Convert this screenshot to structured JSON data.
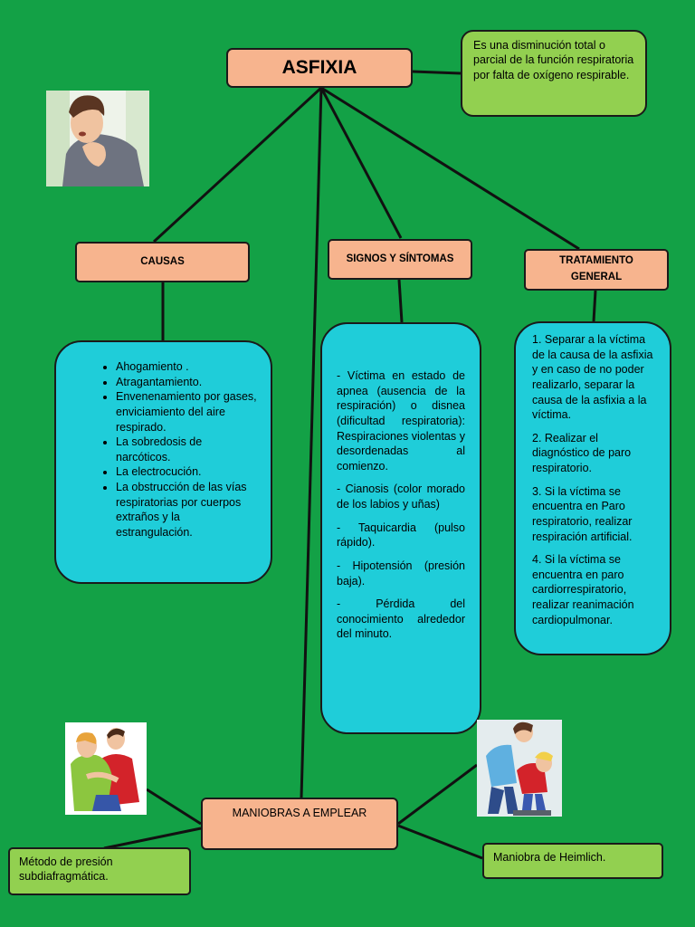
{
  "title": "ASFIXIA",
  "definition": "Es una disminución total o parcial de la función respiratoria por falta de oxígeno respirable.",
  "causes": {
    "header": "CAUSAS",
    "items": [
      "Ahogamiento .",
      "Atragantamiento.",
      "Envenenamiento por gases, enviciamiento del aire respirado.",
      "La sobredosis de narcóticos.",
      "La electrocución.",
      "La obstrucción de las vías respiratorias por cuerpos extraños y la estrangulación."
    ]
  },
  "signs": {
    "header": "SIGNOS Y SÍNTOMAS",
    "items": [
      "- Víctima en estado de apnea (ausencia de la respiración) o disnea (dificultad respiratoria): Respiraciones violentas y desordenadas al comienzo.",
      "- Cianosis (color morado de los labios y uñas)",
      "- Taquicardia (pulso rápido).",
      "- Hipotensión (presión baja).",
      "- Pérdida del conocimiento alrededor del minuto."
    ]
  },
  "treatment": {
    "header_line1": "TRATAMIENTO",
    "header_line2": "GENERAL",
    "items": [
      "1. Separar a la víctima de la causa de la asfixia y en caso de no poder realizarlo, separar la causa de la asfixia a la víctima.",
      "2. Realizar el diagnóstico de paro respiratorio.",
      "3. Si la víctima se encuentra en Paro respiratorio, realizar respiración artificial.",
      "4. Si la víctima se encuentra en paro cardiorrespiratorio, realizar reanimación cardiopulmonar."
    ]
  },
  "maneuvers": {
    "header": "MANIOBRAS A EMPLEAR",
    "left": "Método de presión subdiafragmática.",
    "right": "Maniobra de Heimlich."
  },
  "colors": {
    "background": "#13a146",
    "salmon": "#f7b48e",
    "lime": "#92d050",
    "cyan": "#1fcdd9"
  }
}
